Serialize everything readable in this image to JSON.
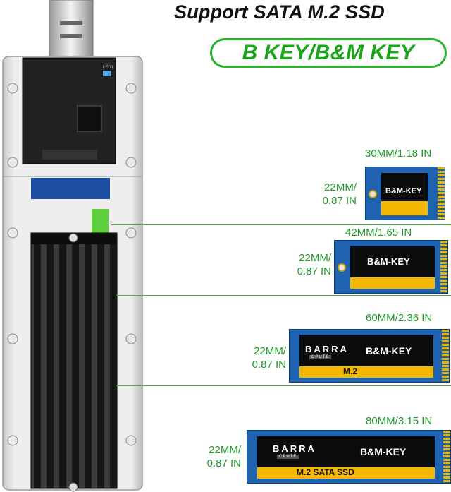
{
  "headline": "Support SATA M.2 SSD",
  "key_type": "B KEY/B&M KEY",
  "device": {
    "led_label": "LED1"
  },
  "ssds": [
    {
      "length": "30MM/1.18 IN",
      "width": "22MM/\n0.87 IN",
      "key_label": "B&M-KEY"
    },
    {
      "length": "42MM/1.65 IN",
      "width": "22MM/\n0.87 IN",
      "key_label": "B&M-KEY"
    },
    {
      "length": "60MM/2.36 IN",
      "width": "22MM/\n0.87 IN",
      "key_label": "B&M-KEY",
      "brand": "BARRA",
      "brand_sub": "CPUTE",
      "model": "M.2"
    },
    {
      "length": "80MM/3.15 IN",
      "width": "22MM/\n0.87 IN",
      "key_label": "B&M-KEY",
      "brand": "BARRA",
      "brand_sub": "CPUTE",
      "model": "M.2 SATA SSD"
    }
  ],
  "colors": {
    "accent_green": "#2bb12b",
    "pcb_blue": "#1f63b0",
    "gold": "#f5b800"
  }
}
